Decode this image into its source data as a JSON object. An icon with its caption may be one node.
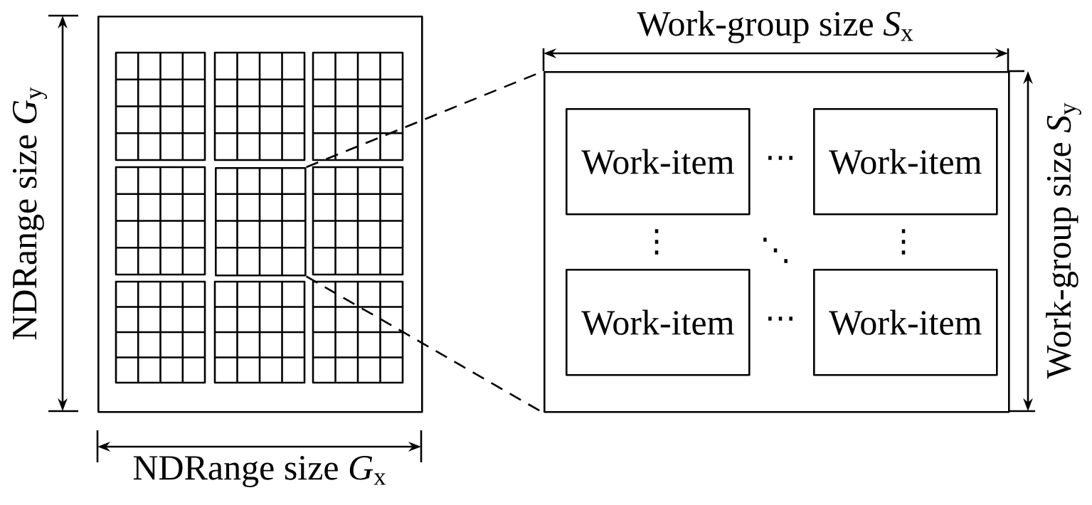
{
  "diagram": {
    "nodes": [
      {
        "text": [],
        "shape": "box"
      },
      {
        "text": [],
        "shape": "box",
        "in": 0
      },
      {
        "text": [],
        "shape": "box"
      },
      {
        "text": [
          "Work-item"
        ],
        "in": 2
      },
      {
        "text": [
          "Work-item"
        ],
        "in": 2
      },
      {
        "text": [
          "Work-item"
        ],
        "in": 2
      },
      {
        "text": [
          "Work-item"
        ],
        "in": 2
      }
    ],
    "edges": [
      {
        "from": 1,
        "to": 2,
        "arrow": "none",
        "style": "dashed"
      },
      {
        "from": 1,
        "to": 2,
        "arrow": "none",
        "style": "dashed"
      }
    ],
    "labels": [
      "Work-group size *S*$_{x}$",
      "NDRange size *G*$_{y}$",
      "Work-group size *S*$_{y}$",
      "…",
      "…",
      "⋮",
      "⋱",
      "⋮",
      "NDRange size *G*$_{x}$"
    ]
  }
}
